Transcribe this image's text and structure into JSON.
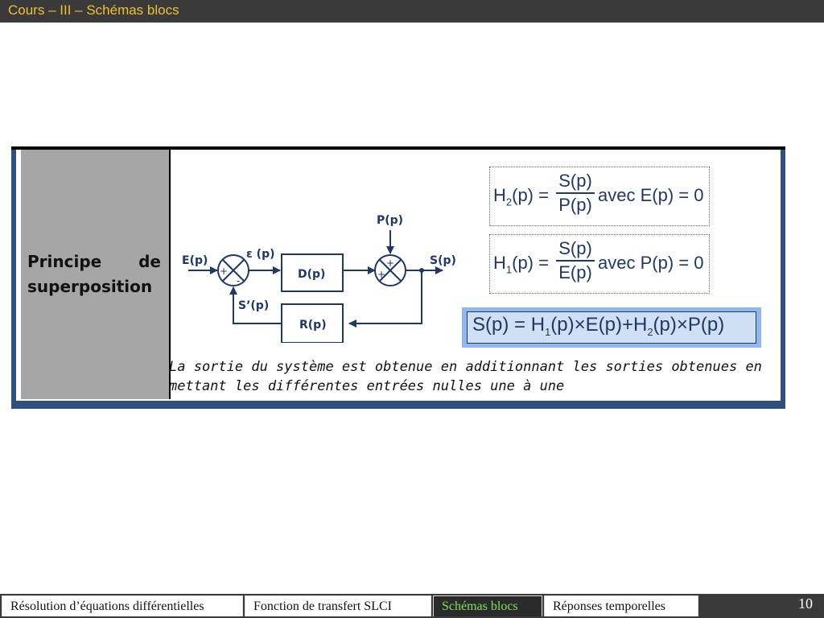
{
  "header": {
    "title": "Cours – III – Schémas blocs"
  },
  "table": {
    "row_label": "Principe de superposition",
    "caption": "La sortie du système est obtenue en additionnant les sorties obtenues en mettant les différentes entrées nulles une à une"
  },
  "diagram": {
    "input": "E(p)",
    "error": "ε (p)",
    "disturbance": "P(p)",
    "output": "S(p)",
    "feedback_signal": "S’(p)",
    "forward_block": "D(p)",
    "feedback_block": "R(p)",
    "sum1_plus": "+",
    "sum1_minus": "-",
    "sum2_plus_top": "+",
    "sum2_plus_left": "+"
  },
  "equations": {
    "h2": {
      "lhs_base": "H",
      "lhs_sub": "2",
      "lhs_tail": "(p) =",
      "num": "S(p)",
      "den": "P(p)",
      "rest": "avec  E(p) = 0"
    },
    "h1": {
      "lhs_base": "H",
      "lhs_sub": "1",
      "lhs_tail": "(p) =",
      "num": "S(p)",
      "den": "E(p)",
      "rest": "avec  P(p) = 0"
    },
    "total": {
      "p1": "S(p) = H",
      "s1": "1",
      "p2": "(p)×E(p)+H",
      "s2": "2",
      "p3": "(p)×P(p)"
    }
  },
  "footer": {
    "tabs": [
      {
        "label": "Résolution d’équations différentielles"
      },
      {
        "label": "Fonction de transfert SLCI"
      },
      {
        "label": "Schémas blocs",
        "active": true
      },
      {
        "label": "Réponses temporelles"
      }
    ],
    "page_number": "10"
  },
  "colors": {
    "header_text": "#f0c030",
    "active_tab_text": "#7be05b",
    "diagram": "#1f3864",
    "highlight": "#8fb9ee"
  }
}
